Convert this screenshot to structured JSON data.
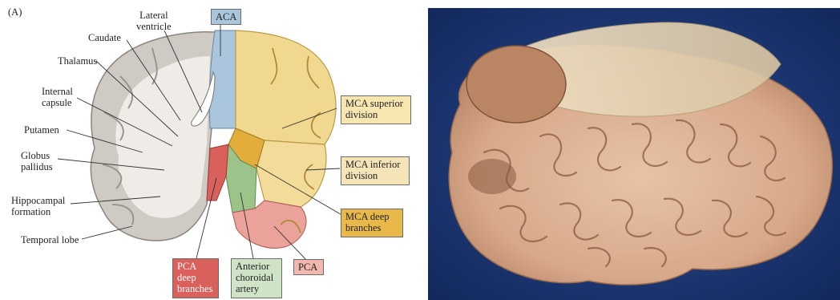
{
  "figure": {
    "panel_label": "(A)",
    "labels": {
      "lateral_ventricle": "Lateral\nventricle",
      "caudate": "Caudate",
      "thalamus": "Thalamus",
      "internal_capsule": "Internal\ncapsule",
      "putamen": "Putamen",
      "globus_pallidus": "Globus\npallidus",
      "hippocampal_formation": "Hippocampal\nformation",
      "temporal_lobe": "Temporal lobe"
    },
    "territories": {
      "aca": "ACA",
      "mca_superior": "MCA superior\ndivision",
      "mca_inferior": "MCA inferior\ndivision",
      "mca_deep": "MCA deep\nbranches",
      "pca_deep": "PCA\ndeep\nbranches",
      "anterior_choroidal": "Anterior\nchoroidal\nartery",
      "pca": "PCA"
    },
    "colors": {
      "aca": "#a9c6dc",
      "mca_superior": "#f7e6b0",
      "mca_deep": "#e9b84a",
      "pca_deep": "#d9605b",
      "anterior_choroidal": "#cfe4c6",
      "pca": "#f1b8b0",
      "photo_background": "#1f3a7a"
    }
  }
}
